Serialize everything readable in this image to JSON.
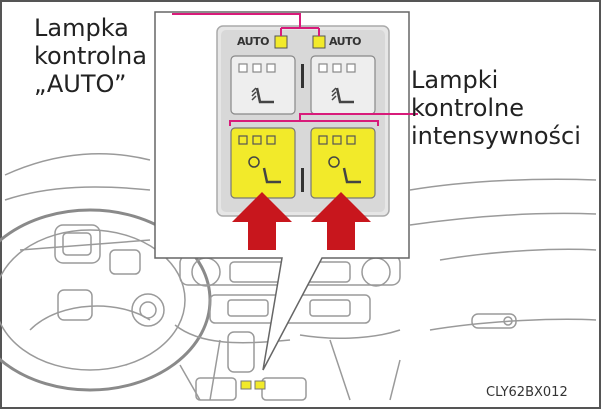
{
  "labels": {
    "auto_lamp": "Lampka\nkontrolna\n„AUTO”",
    "intensity_lamps": "Lampki\nkontrolne\nintensywności"
  },
  "panel": {
    "auto_left": "AUTO",
    "auto_right": "AUTO"
  },
  "figure_code": "CLY62BX012",
  "colors": {
    "leader_line": "#d81b7a",
    "button_active": "#f2ea2a",
    "arrow": "#c8161d"
  }
}
